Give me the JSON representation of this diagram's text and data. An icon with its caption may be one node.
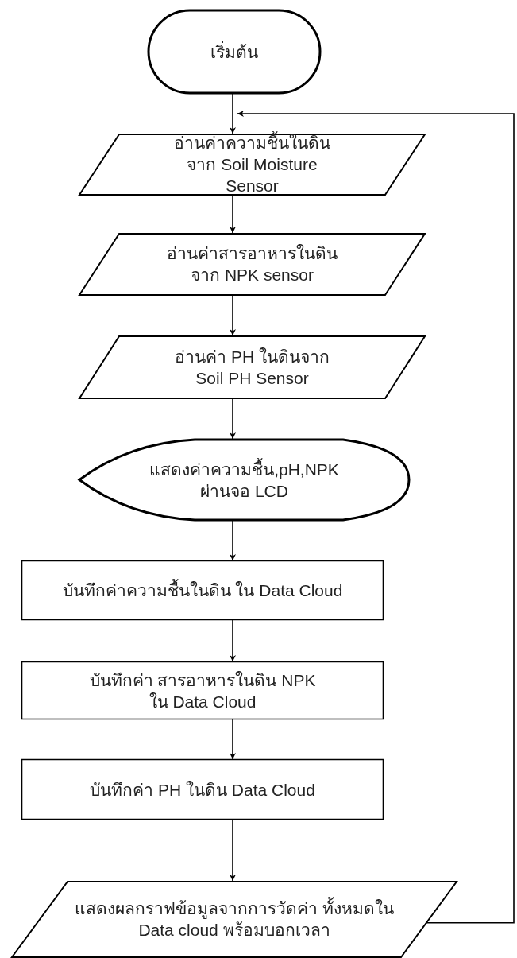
{
  "diagram": {
    "nodes": [
      {
        "text": [
          "เริ่มต้น"
        ]
      },
      {
        "text": [
          "อ่านค่าความชื้นในดินจาก Soil Moisture Sensor"
        ]
      },
      {
        "text": [
          "อ่านค่าสารอาหารในดินจาก NPK sensor"
        ]
      },
      {
        "text": [
          "อ่านค่า PH ในดินจาก Soil PH Sensor"
        ]
      },
      {
        "text": [
          "แสดงค่าความชื้น,pH,NPK ผ่านจอ LCD"
        ]
      },
      {
        "text": [
          "บันทึกค่าความชื้นในดิน ใน Data Cloud"
        ]
      },
      {
        "text": [
          "บันทึกค่า สารอาหารในดิน NPK ใน Data Cloud"
        ]
      },
      {
        "text": [
          "บันทึกค่า PH ในดิน Data Cloud"
        ]
      },
      {
        "text": [
          "แสดงผลกราฟข้อมูลจากการวัดค่า ทั้งหมดใน Data cloud พร้อมบอกเวลา"
        ]
      }
    ],
    "edges": [
      {
        "from": 0,
        "to": 1,
        "arrow": "to"
      },
      {
        "from": 1,
        "to": 2,
        "arrow": "to"
      },
      {
        "from": 2,
        "to": 3,
        "arrow": "to"
      },
      {
        "from": 3,
        "to": 4,
        "arrow": "to"
      },
      {
        "from": 4,
        "to": 5,
        "arrow": "to"
      },
      {
        "from": 5,
        "to": 6,
        "arrow": "to"
      },
      {
        "from": 6,
        "to": 7,
        "arrow": "to"
      },
      {
        "from": 7,
        "to": 8,
        "arrow": "to"
      },
      {
        "from": 8,
        "to": 1,
        "arrow": "to"
      }
    ]
  }
}
